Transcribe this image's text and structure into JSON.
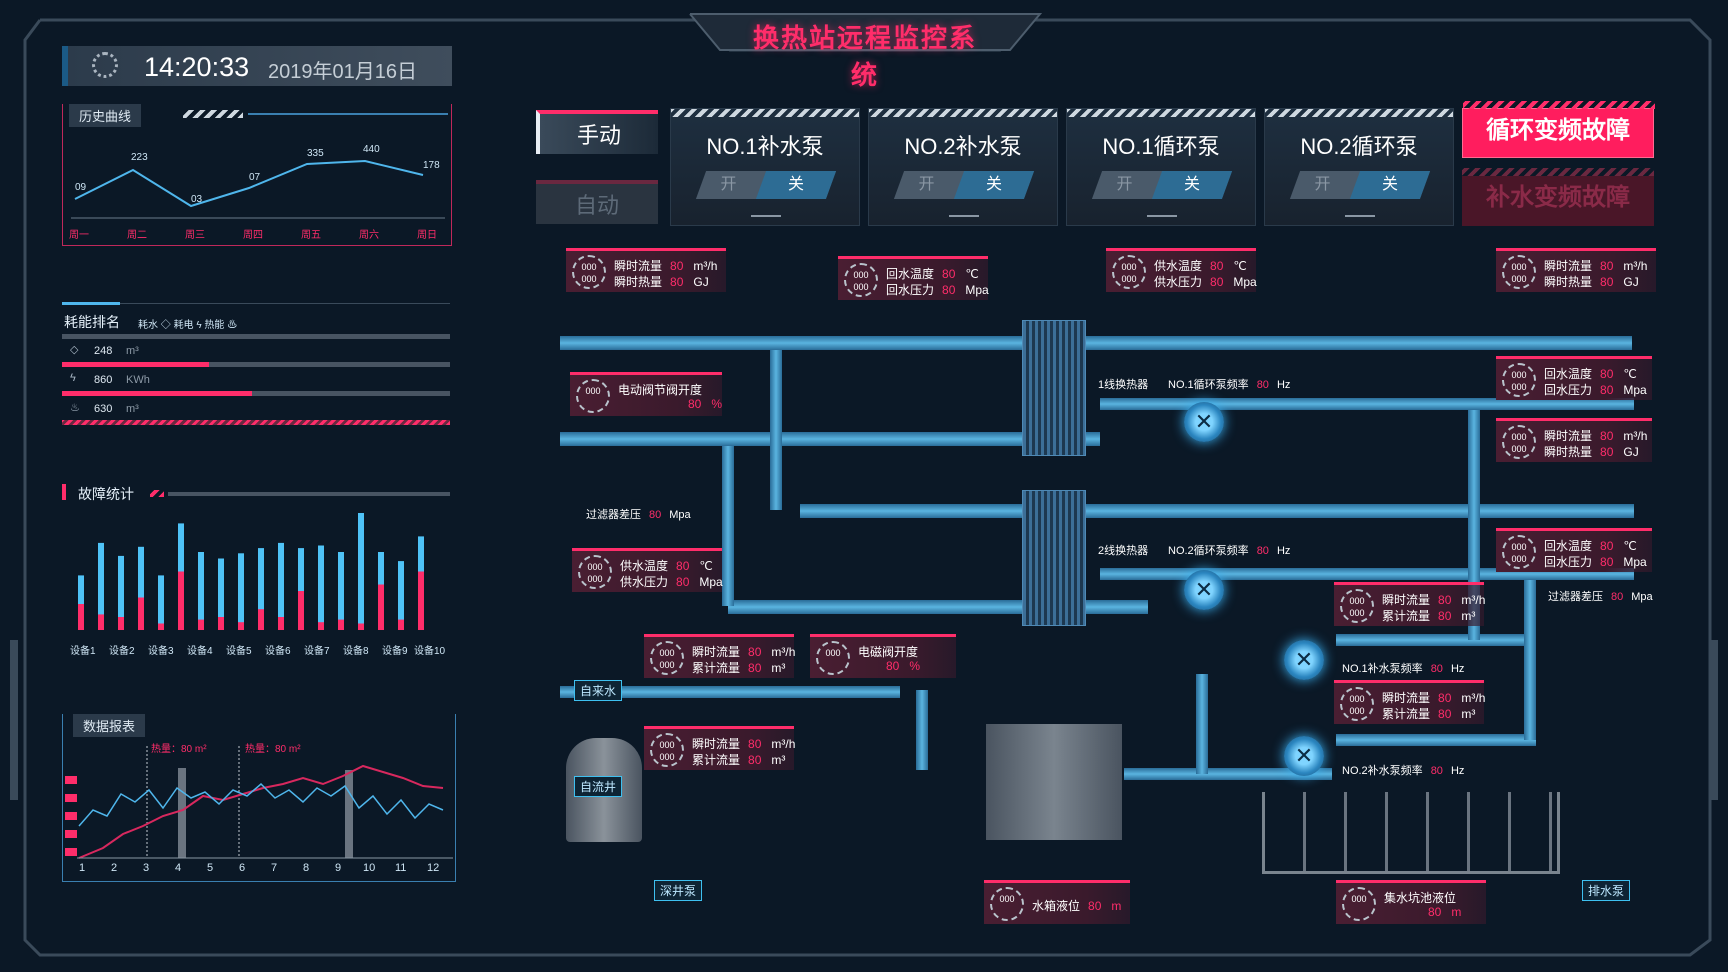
{
  "header": {
    "title": "换热站远程监控系统",
    "time": "14:20:33",
    "date": "2019年01月16日"
  },
  "history": {
    "title": "历史曲线",
    "days": [
      "周一",
      "周二",
      "周三",
      "周四",
      "周五",
      "周六",
      "周日"
    ],
    "values": [
      "09",
      "223",
      "03",
      "07",
      "335",
      "440",
      "178"
    ]
  },
  "ranking": {
    "title": "耗能排名",
    "legend": [
      "耗水",
      "耗电",
      "热能"
    ],
    "rows": [
      {
        "value": "248",
        "unit": "m³",
        "fill": 0.38
      },
      {
        "value": "860",
        "unit": "KWh",
        "fill": 0.49
      },
      {
        "value": "630",
        "unit": "m³",
        "fill": 1.0
      }
    ]
  },
  "faults": {
    "title": "故障统计",
    "devices": [
      "设备1",
      "设备2",
      "设备3",
      "设备4",
      "设备5",
      "设备6",
      "设备7",
      "设备8",
      "设备9",
      "设备10"
    ]
  },
  "report": {
    "title": "数据报表",
    "hint1": "热量：80 m²",
    "hint2": "热量：80 m²",
    "xticks": [
      "1",
      "2",
      "3",
      "4",
      "5",
      "6",
      "7",
      "8",
      "9",
      "10",
      "11",
      "12"
    ]
  },
  "mode": {
    "manual": "手动",
    "auto": "自动"
  },
  "pumps": [
    {
      "name": "NO.1补水泵",
      "on": "开",
      "off": "关"
    },
    {
      "name": "NO.2补水泵",
      "on": "开",
      "off": "关"
    },
    {
      "name": "NO.1循环泵",
      "on": "开",
      "off": "关"
    },
    {
      "name": "NO.2循环泵",
      "on": "开",
      "off": "关"
    }
  ],
  "alarms": {
    "a1": "循环变频故障",
    "a2": "补水变频故障"
  },
  "gauge": "000",
  "val": "80",
  "cards": {
    "c1": {
      "r1": "瞬时流量",
      "u1": "m³/h",
      "r2": "瞬时热量",
      "u2": "GJ"
    },
    "c2": {
      "r1": "回水温度",
      "u1": "℃",
      "r2": "回水压力",
      "u2": "Mpa"
    },
    "c3": {
      "r1": "供水温度",
      "u1": "℃",
      "r2": "供水压力",
      "u2": "Mpa"
    },
    "c4": {
      "r1": "瞬时流量",
      "u1": "m³/h",
      "r2": "瞬时热量",
      "u2": "GJ"
    },
    "c5": {
      "r1": "电动阀节阀开度",
      "u1": "%"
    },
    "c6": {
      "r1": "回水温度",
      "u1": "℃",
      "r2": "回水压力",
      "u2": "Mpa"
    },
    "c7": {
      "r1": "瞬时流量",
      "u1": "m³/h",
      "r2": "瞬时热量",
      "u2": "GJ"
    },
    "c8": {
      "r1": "供水温度",
      "u1": "℃",
      "r2": "供水压力",
      "u2": "Mpa"
    },
    "c9": {
      "r1": "回水温度",
      "u1": "℃",
      "r2": "回水压力",
      "u2": "Mpa"
    },
    "c10": {
      "r1": "瞬时流量",
      "u1": "m³/h",
      "r2": "累计流量",
      "u2": "m³"
    },
    "c11": {
      "r1": "瞬时流量",
      "u1": "m³/h",
      "r2": "累计流量",
      "u2": "m³"
    },
    "c12": {
      "r1": "电磁阀开度",
      "u1": "%"
    },
    "c13": {
      "r1": "瞬时流量",
      "u1": "m³/h",
      "r2": "累计流量",
      "u2": "m³"
    },
    "c14": {
      "r1": "瞬时流量",
      "u1": "m³/h",
      "r2": "累计流量",
      "u2": "m³"
    },
    "c15": {
      "r1": "水箱液位",
      "u1": "m"
    },
    "c16": {
      "r1": "集水坑池液位",
      "u1": "m"
    }
  },
  "labels": {
    "hx1": "1线换热器",
    "hx2": "2线换热器",
    "cp1": "NO.1循环泵频率",
    "cp2": "NO.2循环泵频率",
    "mp1": "NO.1补水泵频率",
    "mp2": "NO.2补水泵频率",
    "filter": "过滤器差压",
    "hz": "Hz",
    "mpa": "Mpa"
  },
  "tags": {
    "tap": "自来水",
    "well": "自流井",
    "deep": "深井泵",
    "drain": "排水泵"
  }
}
